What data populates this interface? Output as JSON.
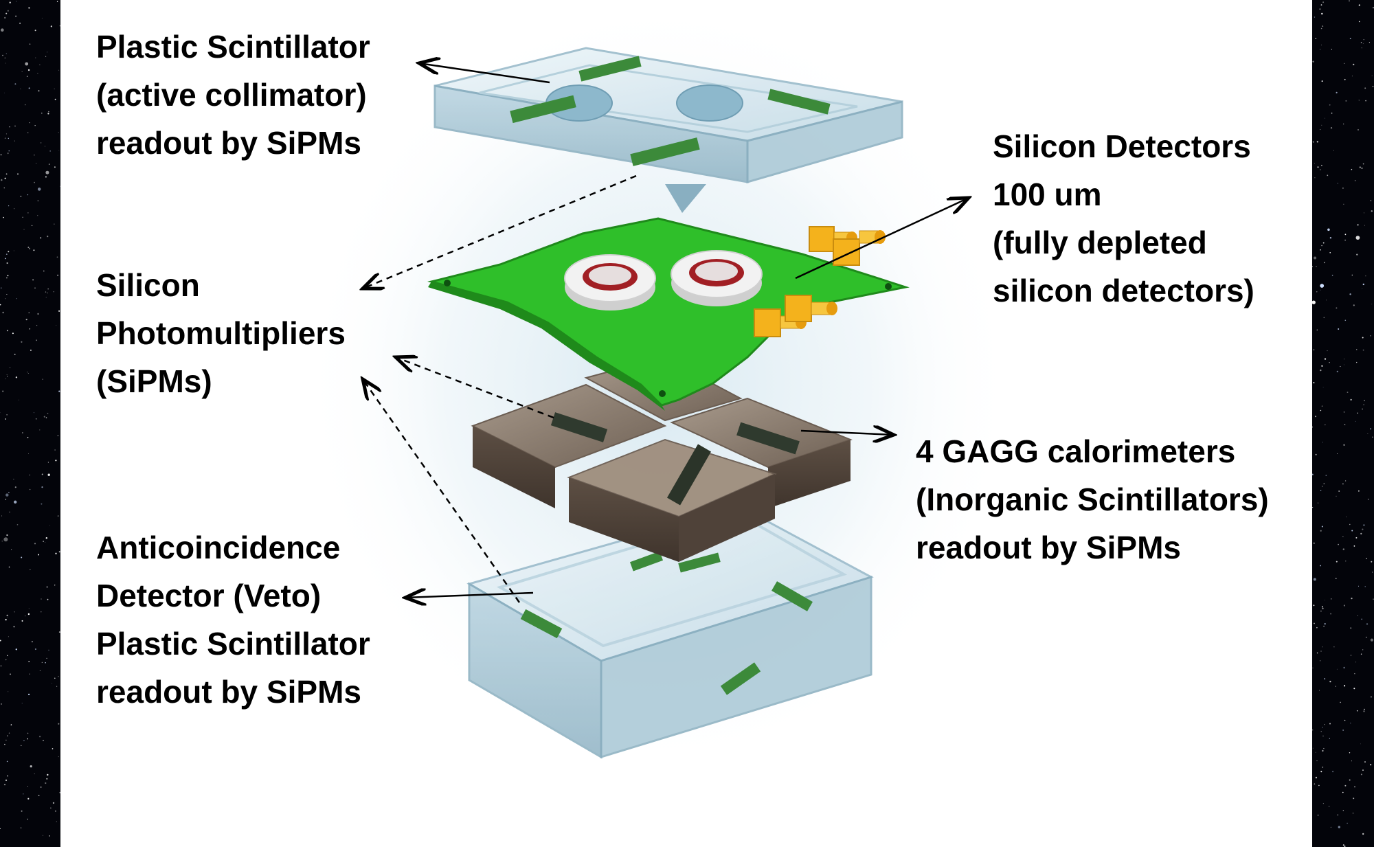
{
  "labels": {
    "plastic_collimator": [
      "Plastic Scintillator",
      "(active collimator)",
      "readout by SiPMs"
    ],
    "silicon_detectors": [
      "Silicon Detectors",
      "100 um",
      "(fully depleted",
      "silicon detectors)"
    ],
    "sipms": [
      "Silicon",
      "Photomultipliers",
      "(SiPMs)"
    ],
    "gagg": [
      "4 GAGG calorimeters",
      "(Inorganic Scintillators)",
      "readout by SiPMs"
    ],
    "veto": [
      "Anticoincidence",
      "Detector (Veto)",
      "Plastic Scintillator",
      "readout by SiPMs"
    ]
  },
  "colors": {
    "background_space": "#03040a",
    "panel": "#ffffff",
    "pcb_green": "#2fbf2a",
    "connector_yellow": "#f4b21c",
    "sensor_ring_red": "#b3262a",
    "glass": "#cfe4ee",
    "gagg_brown": "#7a6a5c"
  },
  "icons": {
    "collimator": "transparent-plastic-plate",
    "silicon_board": "green-pcb-with-two-sensors",
    "calorimeter": "four-gagg-crystals",
    "veto": "transparent-plastic-box"
  }
}
